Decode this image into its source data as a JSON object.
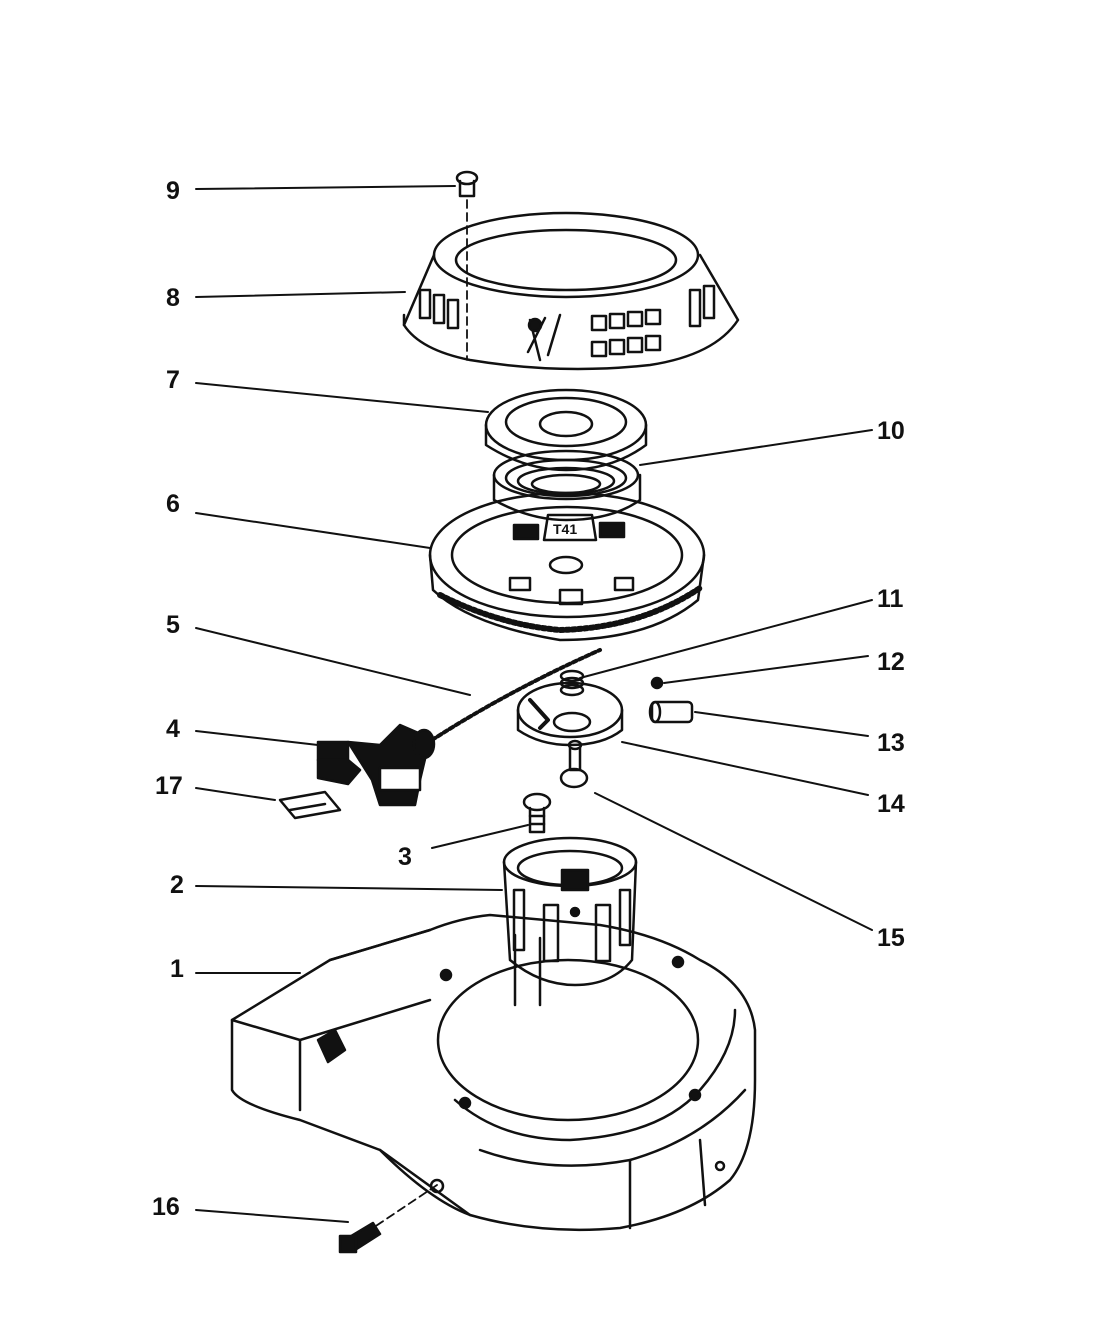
{
  "diagram": {
    "type": "exploded-parts-view",
    "ink_color": "#111111",
    "paper_color": "#ffffff",
    "callouts": [
      {
        "id": "c9",
        "label": "9"
      },
      {
        "id": "c8",
        "label": "8"
      },
      {
        "id": "c7",
        "label": "7"
      },
      {
        "id": "c10",
        "label": "10"
      },
      {
        "id": "c6",
        "label": "6"
      },
      {
        "id": "c11",
        "label": "11"
      },
      {
        "id": "c5",
        "label": "5"
      },
      {
        "id": "c12",
        "label": "12"
      },
      {
        "id": "c4",
        "label": "4"
      },
      {
        "id": "c13",
        "label": "13"
      },
      {
        "id": "c17",
        "label": "17"
      },
      {
        "id": "c14",
        "label": "14"
      },
      {
        "id": "c3",
        "label": "3"
      },
      {
        "id": "c2",
        "label": "2"
      },
      {
        "id": "c15",
        "label": "15"
      },
      {
        "id": "c1",
        "label": "1"
      },
      {
        "id": "c16",
        "label": "16"
      }
    ]
  }
}
